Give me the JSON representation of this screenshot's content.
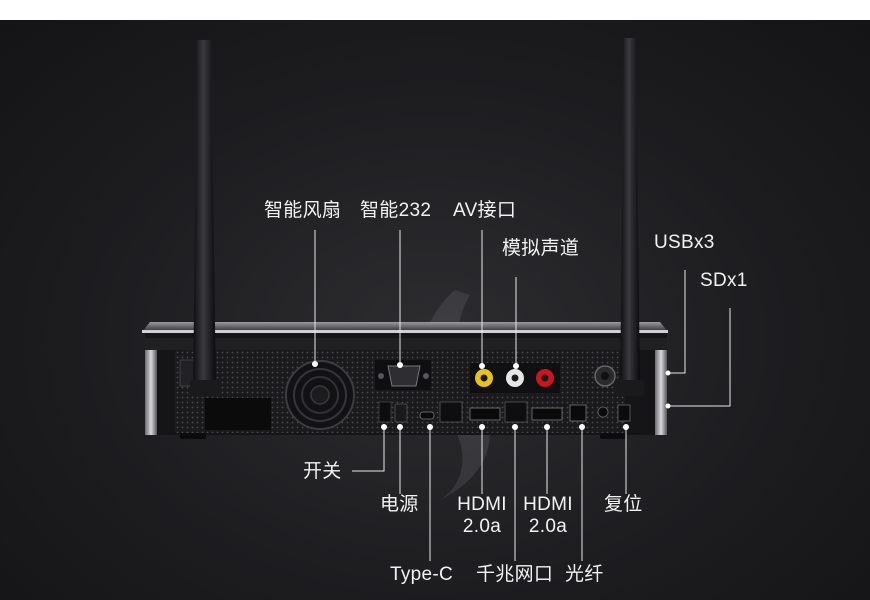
{
  "labels": {
    "fan": "智能风扇",
    "smart232": "智能232",
    "av_port": "AV接口",
    "analog_audio": "模拟声道",
    "usb": "USBx3",
    "sd": "SDx1",
    "switch": "开关",
    "power": "电源",
    "hdmi1_line1": "HDMI",
    "hdmi1_line2": "2.0a",
    "hdmi2_line1": "HDMI",
    "hdmi2_line2": "2.0a",
    "reset": "复位",
    "type_c": "Type-C",
    "gigabit_lan": "千兆网口",
    "optical": "光纤"
  },
  "colors": {
    "background": "#1d1d20",
    "label_text": "#f2f2f2",
    "leader_line": "#e8e8e8",
    "av_yellow": "#e8c21a",
    "av_white": "#e6e6e6",
    "av_red": "#c8161d"
  }
}
